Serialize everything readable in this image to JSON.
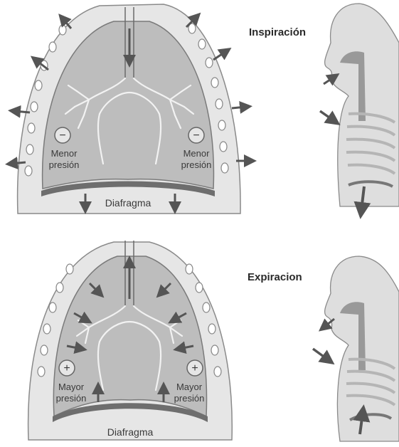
{
  "top_panel": {
    "heading": "Inspiración",
    "left_label": [
      "Menor",
      "presión"
    ],
    "right_label": [
      "Menor",
      "presión"
    ],
    "pressure_sign": "−",
    "diaphragm_label": "Diafragma"
  },
  "bottom_panel": {
    "heading": "Expiracion",
    "left_label": [
      "Mayor",
      "presión"
    ],
    "right_label": [
      "Mayor",
      "presión"
    ],
    "pressure_sign": "+",
    "diaphragm_label": "Diafragma"
  },
  "colors": {
    "chest_wall": "#e3e3e3",
    "lung": "#bdbdbd",
    "arrow": "#555555",
    "diaphragm": "#6e6e6e"
  }
}
